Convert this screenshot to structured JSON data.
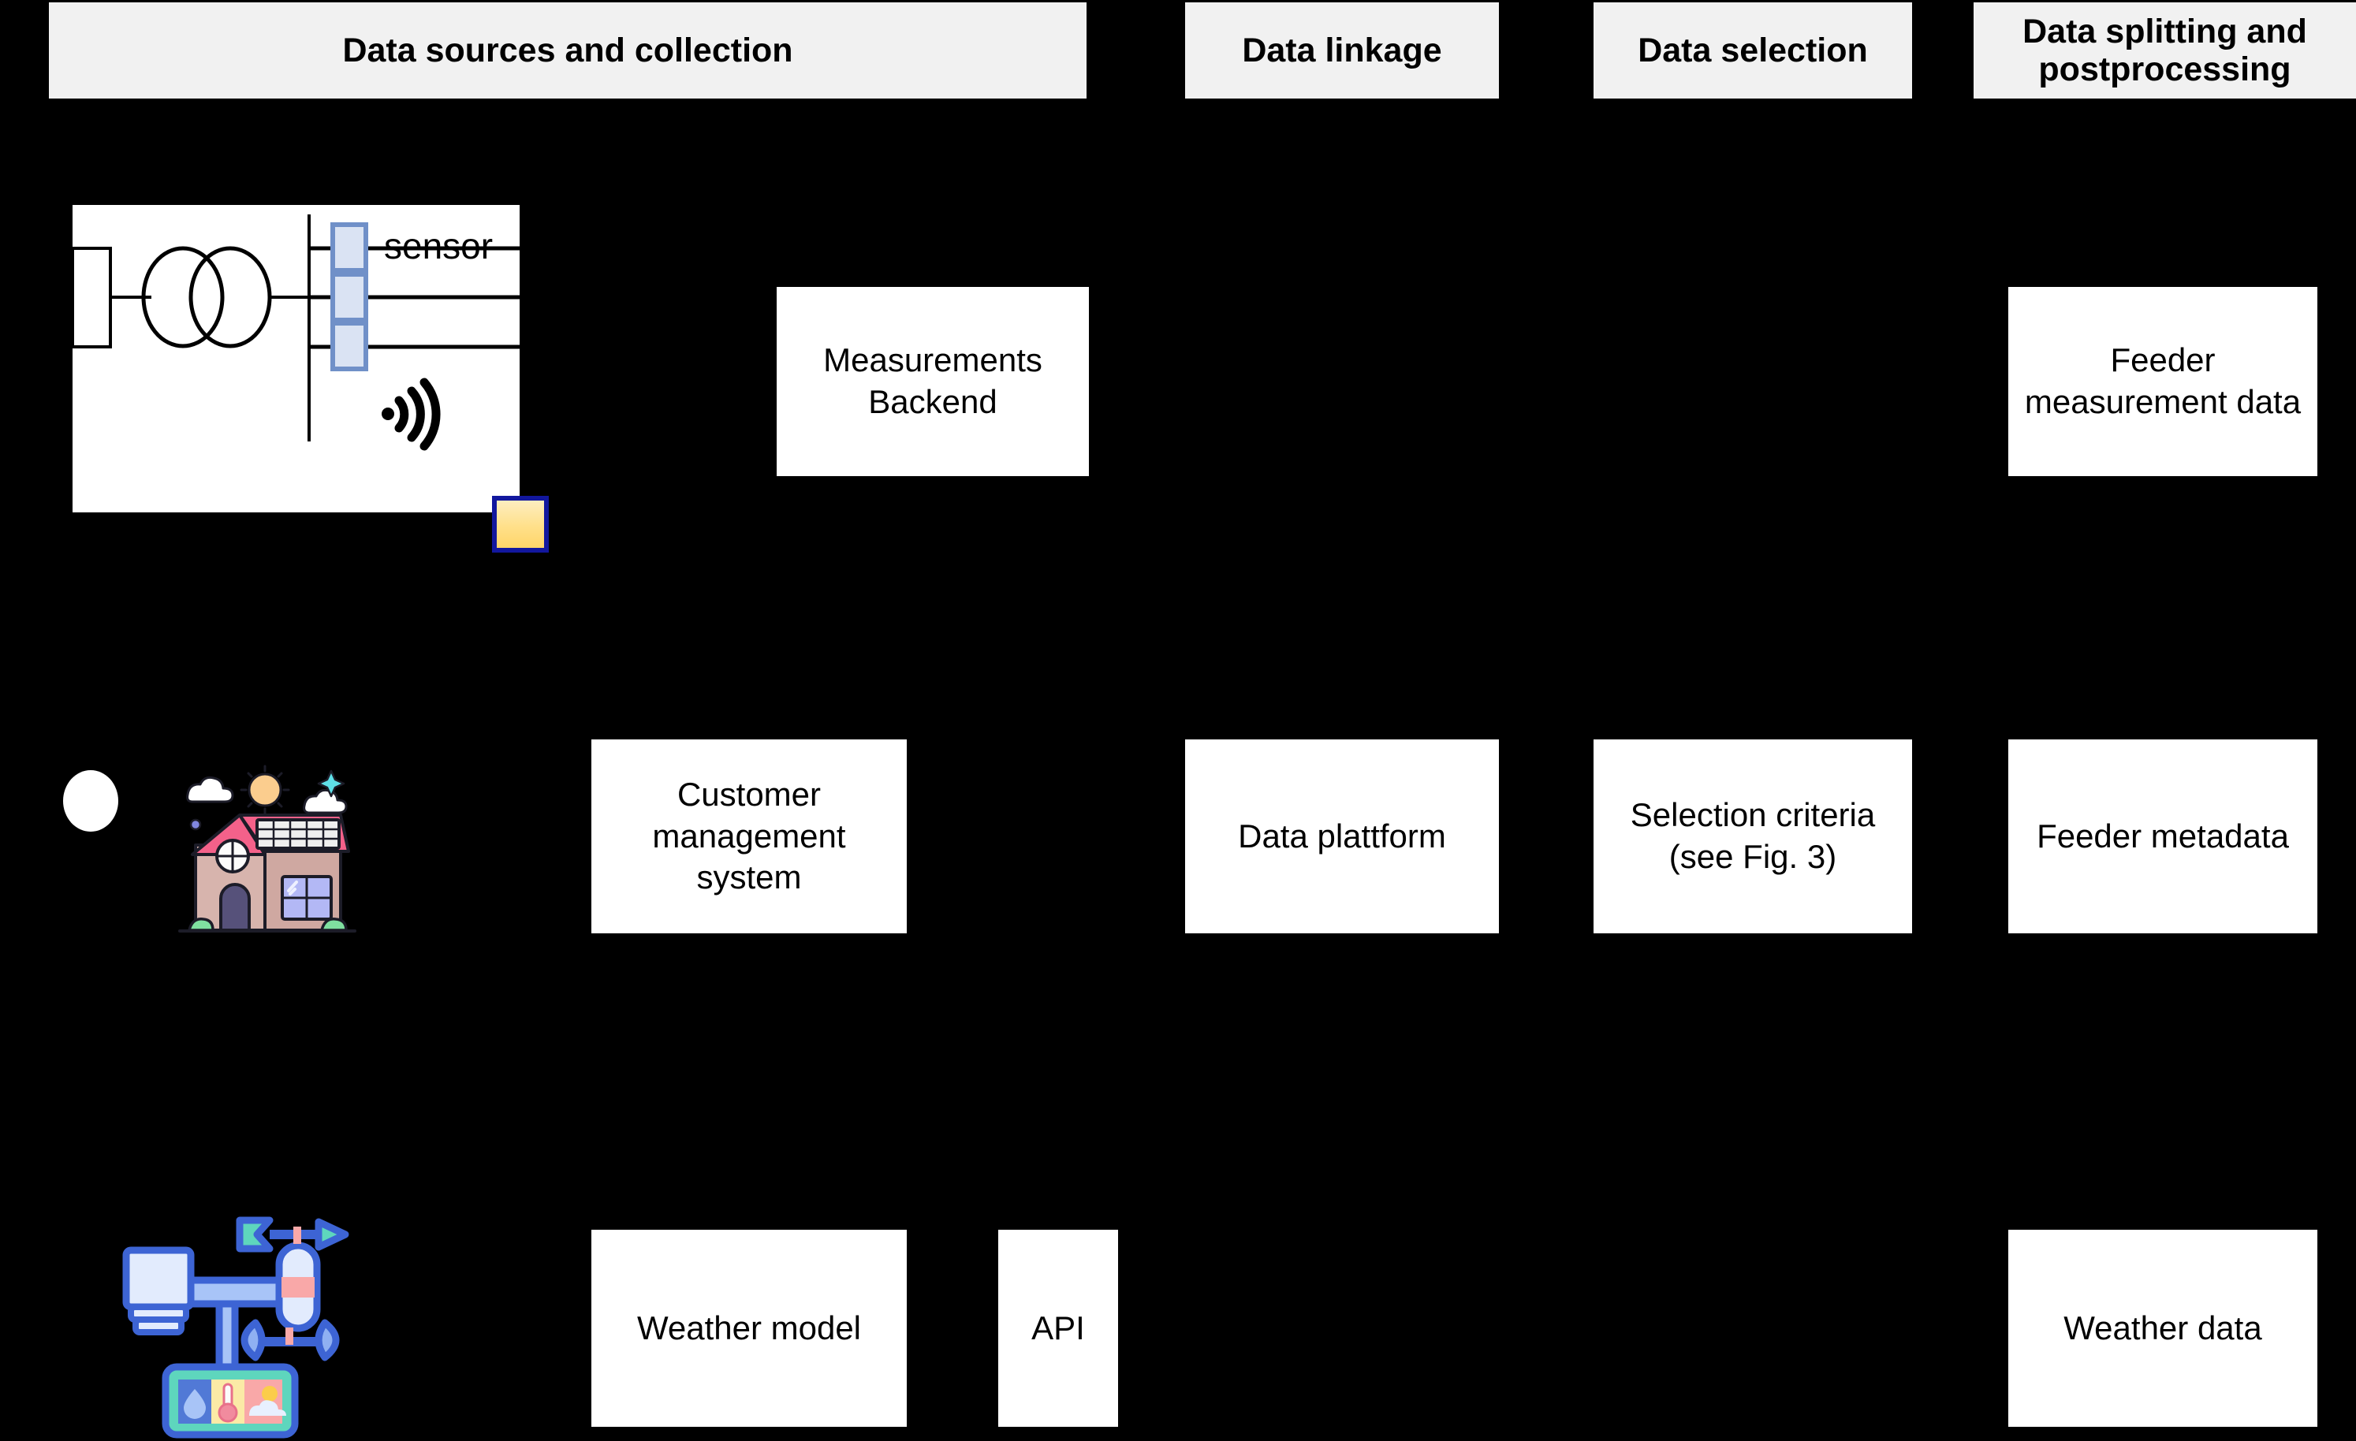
{
  "phases": [
    {
      "label": "Data sources and collection"
    },
    {
      "label": "Data linkage"
    },
    {
      "label": "Data selection"
    },
    {
      "label": "Data splitting and postprocessing"
    }
  ],
  "rows": {
    "substation": {
      "sensor_label": "sensor",
      "icon": "substation-transformer-feeders-diagram",
      "gateway_icon": "gateway-modem-box",
      "wifi_icon": "wireless-signal-icon",
      "sensor_count": 3,
      "feeder_count": 3,
      "backend_box": "Measurements Backend",
      "output_box": "Feeder measurement data"
    },
    "customer": {
      "icon": "house-with-solar-panels-icon",
      "marker_icon": "white-circle-marker",
      "source_box": "Customer management system",
      "linkage_box": "Data plattform",
      "selection_box": "Selection criteria (see Fig. 3)",
      "output_box": "Feeder metadata"
    },
    "weather": {
      "icon": "weather-station-icon",
      "source_box": "Weather model",
      "api_box": "API",
      "output_box": "Weather data"
    }
  },
  "colors": {
    "background": "#000000",
    "phase_header_fill": "#f1f1f1",
    "box_fill": "#ffffff",
    "sensor_fill": "#dae3f3",
    "sensor_border": "#7090c8",
    "gateway_fill": "#ffd569",
    "gateway_border": "#12179e",
    "house_roof": "#f4618a",
    "house_wall": "#d7b4ad",
    "weather_blue": "#3d64d4",
    "weather_teal": "#5ed6bd"
  }
}
